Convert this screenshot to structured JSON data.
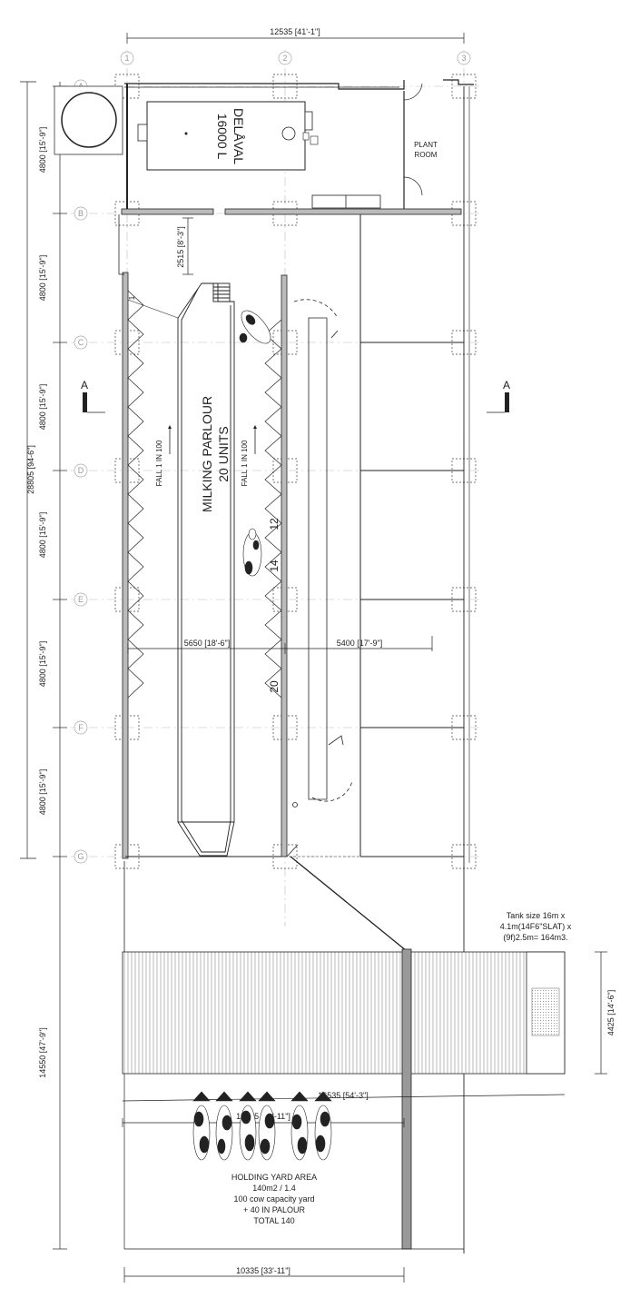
{
  "dimensions": {
    "overall_width": "12535 [41'-1\"]",
    "overall_length": "28805 [94-6\"]",
    "bay_A": "4800 [15'-9\"]",
    "bay_B": "4800 [15'-9\"]",
    "bay_C": "4800 [15'-9\"]",
    "bay_D": "4800 [15'-9\"]",
    "bay_E": "4800 [15'-9\"]",
    "bay_F": "4800 [15'-9\"]",
    "entry_gap": "2515 [8'-3\"]",
    "parlour_width": "5650 [18'-6\"]",
    "return_width": "5400 [17'-9\"]",
    "yard_length": "14550 [47'-9\"]",
    "tank_width": "4425 [14'-6\"]",
    "tank_length": "16535 [54'-3\"]",
    "yard_width_inner": "10335 [33'-11\"]",
    "yard_width_bottom": "10335 [33'-11\"]"
  },
  "grid": {
    "columns": [
      "1",
      "2",
      "3"
    ],
    "rows": [
      "A",
      "B",
      "C",
      "D",
      "E",
      "F",
      "G"
    ]
  },
  "tank": {
    "brand": "DELÅVAL",
    "capacity": "16000 L"
  },
  "rooms": {
    "plant_room_line1": "PLANT",
    "plant_room_line2": "ROOM"
  },
  "parlour": {
    "title": "MILKING PARLOUR",
    "units": "20 UNITS",
    "fall_left": "FALL 1 IN 100",
    "fall_right": "FALL 1 IN 100",
    "stall_number_1": "1",
    "stall_number_12": "12",
    "stall_number_14": "14",
    "stall_number_20": "20"
  },
  "section_markers": {
    "left": "A",
    "right": "A"
  },
  "slurry_tank_note": {
    "line1": "Tank size 16m x",
    "line2": "4.1m(14F6\"SLAT) x",
    "line3": "(9f)2.5m= 164m3."
  },
  "holding_yard": {
    "title": "HOLDING YARD AREA",
    "area": "140m2 / 1.4",
    "capacity": "100 cow capacity yard",
    "in_parlour": "+ 40 IN PALOUR",
    "total": "TOTAL 140"
  }
}
